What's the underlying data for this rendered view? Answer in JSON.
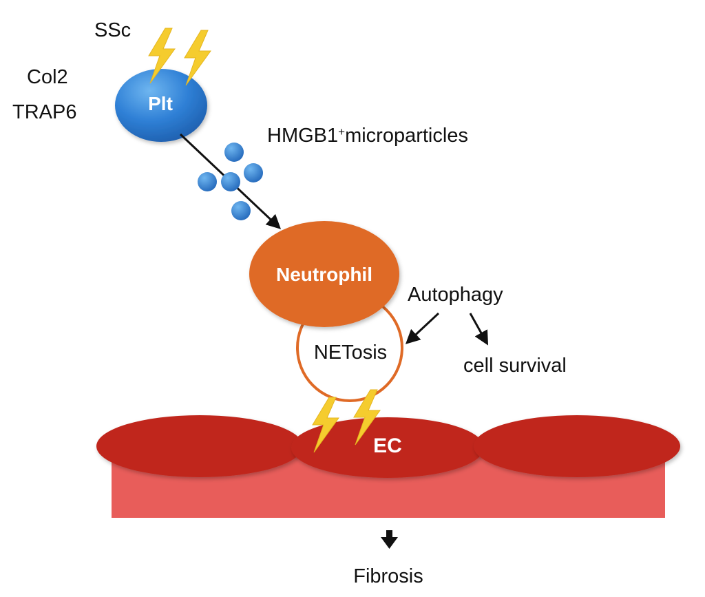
{
  "labels": {
    "ssc": "SSc",
    "col2": "Col2",
    "trap6": "TRAP6",
    "plt": "Plt",
    "hmgb1_main": "HMGB1",
    "hmgb1_sup": "+",
    "hmgb1_rest": "microparticles",
    "neutrophil": "Neutrophil",
    "autophagy": "Autophagy",
    "netosis": "NETosis",
    "cell_survival": "cell survival",
    "ec": "EC",
    "fibrosis": "Fibrosis"
  },
  "colors": {
    "platelet": "#2f80d6",
    "microparticle": "#2f80d6",
    "neutrophil": "#df6a26",
    "netosis_ring": "#df6a26",
    "endothelial_cell": "#c0271c",
    "vessel_wall": "#e85d5a",
    "lightning": "#f5cc2e",
    "arrow": "#111111"
  },
  "icons": {
    "injury_marker": "lightning-bolt-icon",
    "direction_marker": "down-arrow-icon"
  }
}
